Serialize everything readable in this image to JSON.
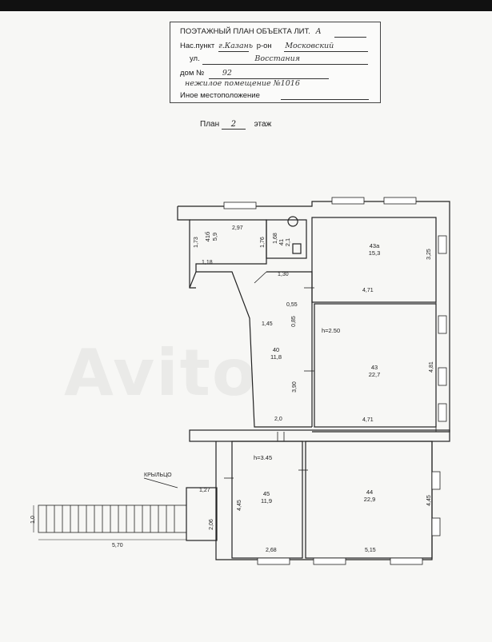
{
  "header": {
    "title": "ПОЭТАЖНЫЙ ПЛАН ОБЪЕКТА ЛИТ.",
    "lit_value": "А",
    "settlement_label": "Нас.пункт",
    "settlement_value": "г.Казань",
    "district_label": "р-он",
    "district_value": "Московский",
    "street_label": "ул.",
    "street_value": "Восстания",
    "house_label": "дом №",
    "house_value": "92",
    "premises_value": "нежилое помещение №1016",
    "other_location_label": "Иное местоположение"
  },
  "plan": {
    "label": "План",
    "floor_value": "2",
    "floor_label": "этаж"
  },
  "rooms": [
    {
      "id": "41б",
      "area": "5,9"
    },
    {
      "id": "41",
      "area": "2,1"
    },
    {
      "id": "43а",
      "area": "15,3"
    },
    {
      "id": "40",
      "area": "11,8"
    },
    {
      "id": "43",
      "area": "22,7"
    },
    {
      "id": "45",
      "area": "11,9"
    },
    {
      "id": "44",
      "area": "22,9"
    }
  ],
  "dimensions": {
    "d297": "2,97",
    "d173": "1,73",
    "d176": "1,76",
    "d168": "1,68",
    "d118": "1,18",
    "d130": "1,30",
    "d325": "3,25",
    "d471a": "4,71",
    "d055": "0,55",
    "d085": "0,85",
    "d145": "1,45",
    "d481": "4,81",
    "d390": "3,90",
    "d20": "2,0",
    "d471b": "4,71",
    "d445a": "4,45",
    "d445b": "4,45",
    "d127": "1,27",
    "d206": "2,06",
    "d268": "2,68",
    "d515": "5,15",
    "d570": "5,70",
    "d10": "1,0"
  },
  "heights": {
    "h1": "h=2.50",
    "h2": "h=3.45"
  },
  "porch_label": "КРЫЛЬЦО",
  "watermark": "Avito"
}
